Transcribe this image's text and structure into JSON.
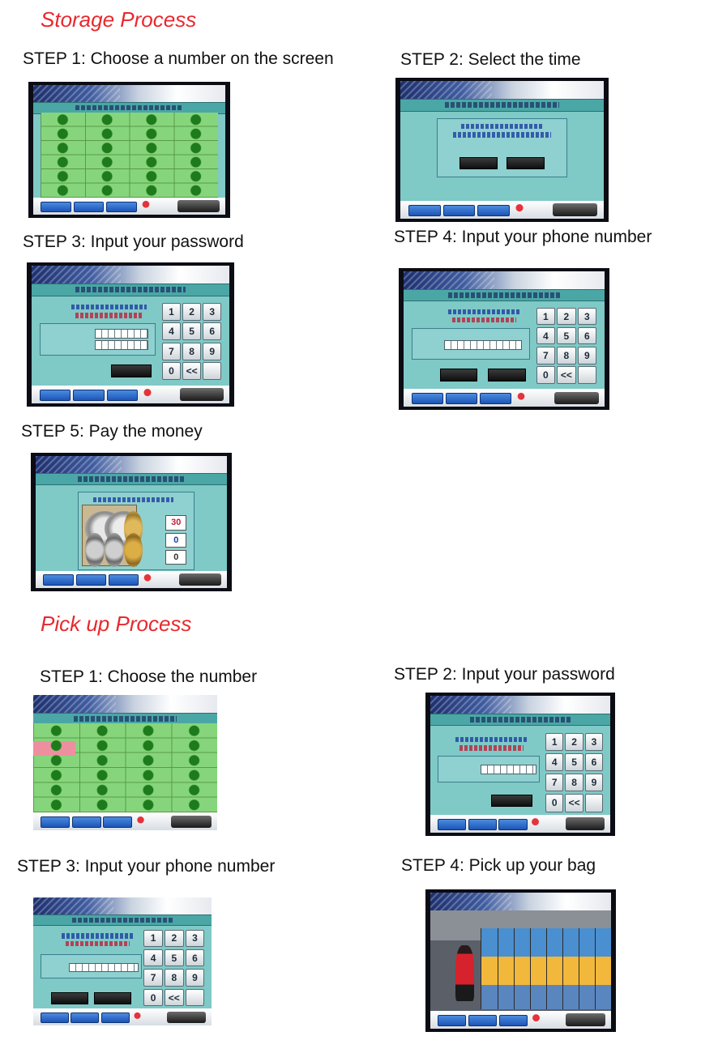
{
  "storage": {
    "title": "Storage Process",
    "steps": [
      {
        "label": "STEP 1: Choose a number on the screen"
      },
      {
        "label": "STEP 2:  Select the time"
      },
      {
        "label": "STEP 3: Input your password"
      },
      {
        "label": "STEP 4: Input your phone number"
      },
      {
        "label": "STEP 5: Pay the money"
      }
    ]
  },
  "pickup": {
    "title": "Pick up Process",
    "steps": [
      {
        "label": "STEP 1: Choose the number"
      },
      {
        "label": "STEP 2: Input your password"
      },
      {
        "label": "STEP 3: Input your phone number"
      },
      {
        "label": "STEP 4: Pick up your bag"
      }
    ]
  },
  "keypad_keys": [
    "1",
    "2",
    "3",
    "4",
    "5",
    "6",
    "7",
    "8",
    "9",
    "0",
    "<<",
    ""
  ],
  "payment": {
    "amount_due": "30",
    "amount_paid": "0",
    "change": "0"
  },
  "colors": {
    "title_red": "#e8282d",
    "screen_teal": "#7fc9c6",
    "grid_green": "#86d57c"
  }
}
